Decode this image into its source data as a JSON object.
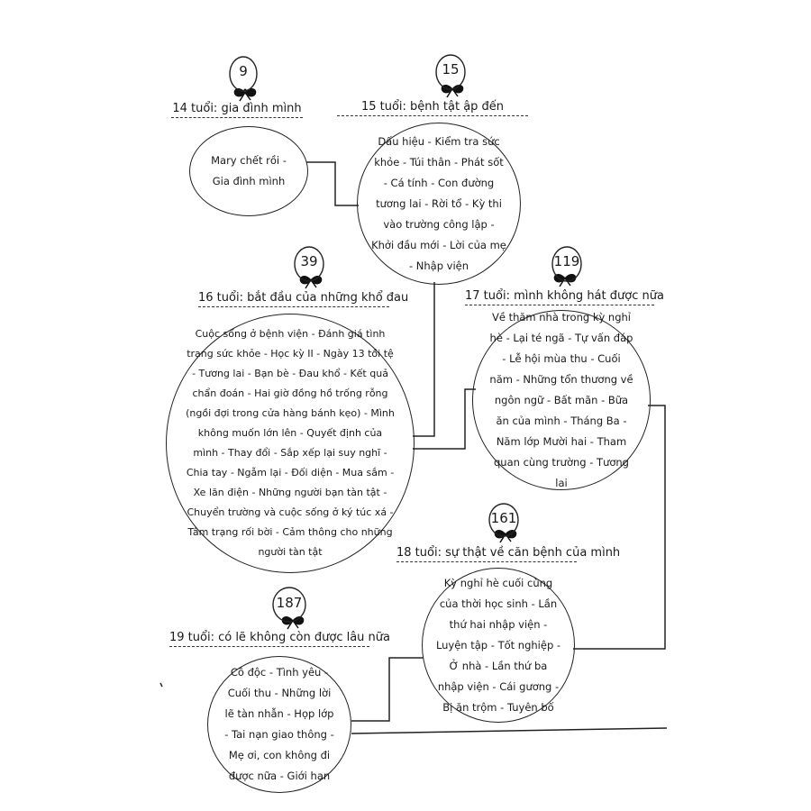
{
  "chapters": [
    {
      "page": "9",
      "heading": "14 tuổi: gia đình mình",
      "body": "Mary chết rồi - Gia đình mình"
    },
    {
      "page": "15",
      "heading": "15 tuổi: bệnh tật ập đến",
      "body": "Dấu hiệu - Kiểm tra sức khỏe - Túi thân - Phát sốt - Cá tính - Con đường tương lai - Rời tổ - Kỳ thi vào trường công lập - Khởi đầu mới - Lời của mẹ - Nhập viện"
    },
    {
      "page": "39",
      "heading": "16 tuổi: bắt đầu của những khổ đau",
      "body": "Cuộc sống ở bệnh viện - Đánh giá tình trạng sức khỏe - Học kỳ II - Ngày 13 tồi tệ - Tương lai - Bạn bè - Đau khổ - Kết quả chẩn đoán - Hai giờ đồng hồ trống rỗng (ngồi đợi trong cửa hàng bánh kẹo) - Mình không muốn lớn lên - Quyết định của mình - Thay đổi - Sắp xếp lại suy nghĩ - Chia tay - Ngẫm lại - Đối diện - Mua sắm - Xe lăn điện - Những người bạn tàn tật - Chuyển trường và cuộc sống ở ký túc xá - Tâm trạng rối bời - Cảm thông cho những người tàn tật"
    },
    {
      "page": "119",
      "heading": "17 tuổi: mình không hát được nữa",
      "body": "Về thăm nhà trong kỳ nghỉ hè - Lại té ngã - Tự vấn đáp - Lễ hội mùa thu - Cuối năm - Những tổn thương về ngôn ngữ - Bất mãn - Bữa ăn của mình - Tháng Ba - Năm lớp Mười hai - Tham quan cùng trường - Tương lai"
    },
    {
      "page": "161",
      "heading": "18 tuổi: sự thật về căn bệnh của mình",
      "body": "Kỳ nghỉ hè cuối cùng của thời học sinh - Lần thứ hai nhập viện - Luyện tập - Tốt nghiệp - Ở nhà - Lần thứ ba nhập viện - Cái gương - Bị ăn trộm - Tuyên bố"
    },
    {
      "page": "187",
      "heading": "19 tuổi: có lẽ không còn được lâu nữa",
      "body": "Cô độc - Tình yêu - Cuối thu - Những lời lẽ tàn nhẫn - Họp lớp - Tai nạn giao thông - Mẹ ơi, con không đi được nữa - Giới hạn"
    }
  ]
}
